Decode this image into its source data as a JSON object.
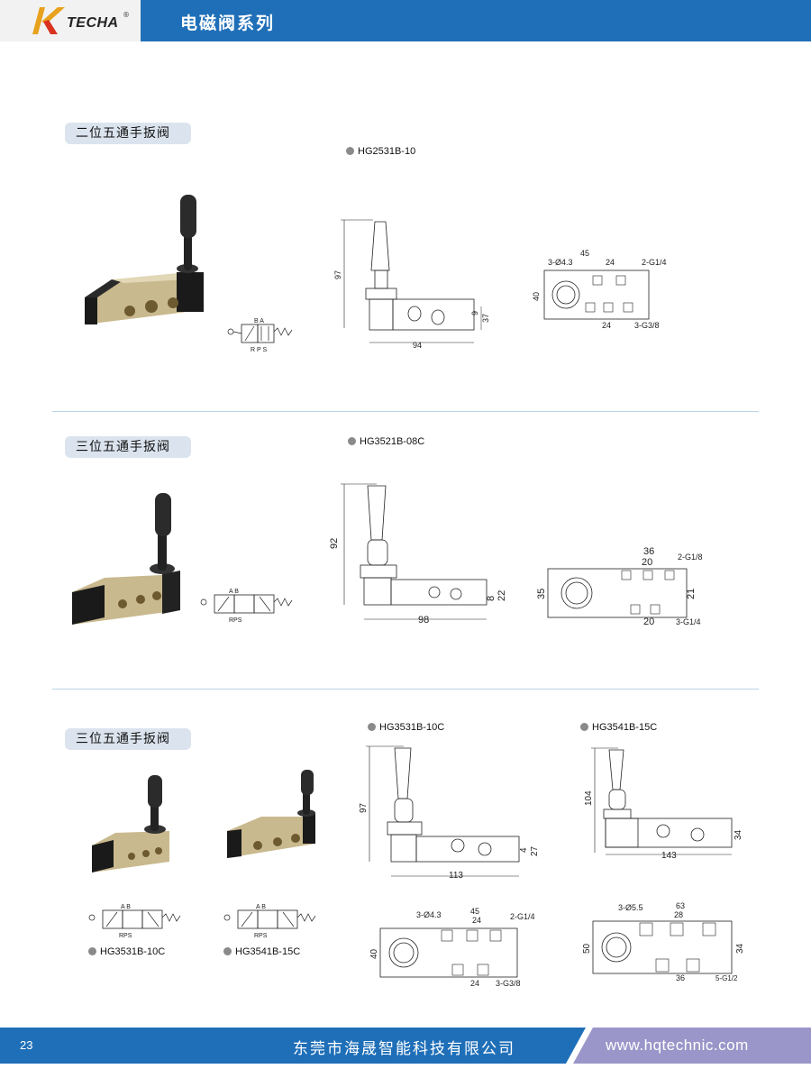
{
  "header": {
    "logo_text": "TECHA",
    "logo_reg": "®",
    "title": "电磁阀系列"
  },
  "sections": [
    {
      "title": "二位五通手扳阀",
      "model": "HG2531B-10"
    },
    {
      "title": "三位五通手扳阀",
      "model": "HG3521B-08C"
    },
    {
      "title": "三位五通手扳阀",
      "models": [
        "HG3531B-10C",
        "HG3541B-15C"
      ]
    }
  ],
  "drawings": {
    "d1": {
      "height": "97",
      "length": "94",
      "d_a": "37",
      "d_b": "9",
      "holes": "3-Ø4.3",
      "w": "45",
      "w2": "24",
      "port_a": "2-G1/4",
      "body_w": "40",
      "w3": "24",
      "port_b": "3-G3/8"
    },
    "d2": {
      "height": "92",
      "length": "98",
      "d_a": "22",
      "d_b": "8",
      "w": "36",
      "w2": "20",
      "port_a": "2-G1/8",
      "body_w": "35",
      "h": "21",
      "w3": "20",
      "port_b": "3-G1/4"
    },
    "d3": {
      "height": "97",
      "length": "113",
      "d_a": "27",
      "d_b": "4",
      "holes": "3-Ø4.3",
      "w": "45",
      "w2": "24",
      "port_a": "2-G1/4",
      "body_w": "40",
      "w3": "24",
      "port_b": "3-G3/8"
    },
    "d4": {
      "height": "104",
      "length": "143",
      "d_a": "34",
      "holes": "3-Ø5.5",
      "w": "63",
      "w2": "28",
      "body_w": "50",
      "h": "34",
      "w3": "36",
      "port_b": "5-G1/2"
    }
  },
  "symbols": {
    "ports_top": "B  A",
    "ports_bottom": "R P S",
    "ports_top_b": "A B",
    "ports_bottom_b": "RPS"
  },
  "footer": {
    "page": "23",
    "company": "东莞市海晟智能科技有限公司",
    "url": "www.hqtechnic.com"
  },
  "colors": {
    "brand_blue": "#1f6fb8",
    "footer_url_bg": "#9b96c9",
    "pill_bg": "#dbe4ee",
    "divider": "#b9d4e8"
  }
}
